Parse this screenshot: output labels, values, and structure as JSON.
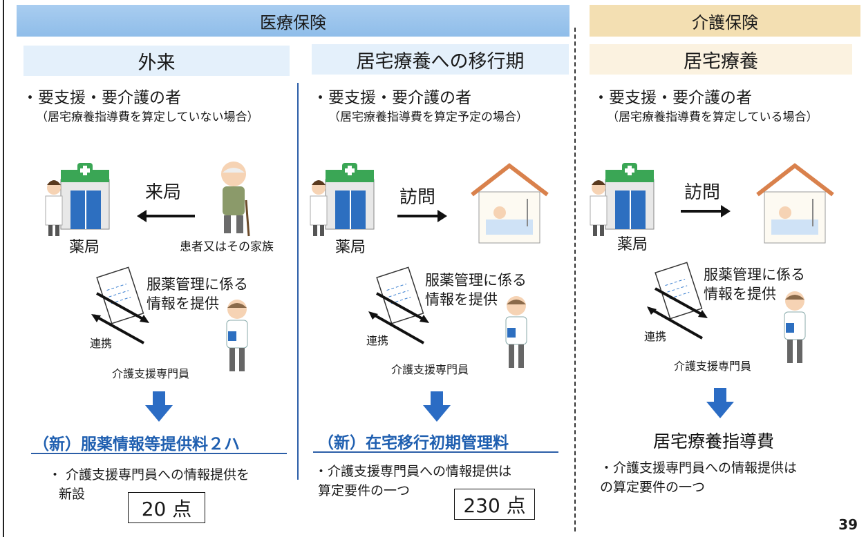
{
  "headers": {
    "medical": "医療保険",
    "care": "介護保険"
  },
  "columns": [
    {
      "title": "外来",
      "bullet": "・要支援・要介護の者",
      "condition": "（居宅療養指導費を算定していない場合）",
      "pharmacy_label": "薬局",
      "action_label": "来局",
      "patient_label": "患者又はその家族",
      "info_label_1": "服薬管理に係る",
      "info_label_2": "情報を提供",
      "cooperation_label": "連携",
      "manager_label": "介護支援専門員",
      "target": "（新）服薬情報等提供料２ハ",
      "desc_1": "・ 介護支援専門員への情報提供を",
      "desc_2": "新設",
      "points": "20 点"
    },
    {
      "title": "居宅療養への移行期",
      "bullet": "・要支援・要介護の者",
      "condition": "（居宅療養指導費を算定予定の場合）",
      "pharmacy_label": "薬局",
      "action_label": "訪問",
      "info_label_1": "服薬管理に係る",
      "info_label_2": "情報を提供",
      "cooperation_label": "連携",
      "manager_label": "介護支援専門員",
      "target": "（新）在宅移行初期管理料",
      "desc_1": "・介護支援専門員への情報提供は",
      "desc_2": "算定要件の一つ",
      "points": "230 点"
    },
    {
      "title": "居宅療養",
      "bullet": "・要支援・要介護の者",
      "condition": "（居宅療養指導費を算定している場合）",
      "pharmacy_label": "薬局",
      "action_label": "訪問",
      "info_label_1": "服薬管理に係る",
      "info_label_2": "情報を提供",
      "cooperation_label": "連携",
      "manager_label": "介護支援専門員",
      "target": "居宅療養指導費",
      "desc_1": "・介護支援専門員への情報提供は",
      "desc_2": "の算定要件の一つ"
    }
  ],
  "page_number": "39",
  "colors": {
    "medical_header": "#a9cdf0",
    "care_header": "#f3dfb2",
    "subheader_blue": "#e4f0fb",
    "subheader_beige": "#fbf2e0",
    "accent_blue": "#1f5fb0",
    "arrow_blue": "#2b6cc4"
  }
}
